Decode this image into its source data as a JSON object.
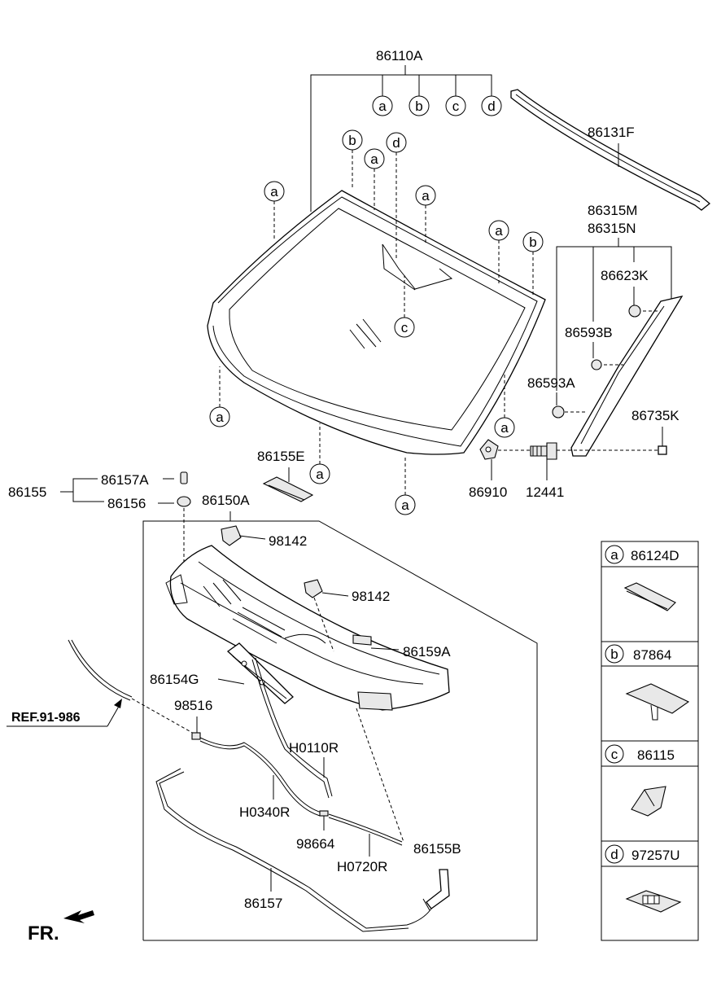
{
  "part_numbers": {
    "p86110A": "86110A",
    "p86131F": "86131F",
    "p86315M": "86315M",
    "p86315N": "86315N",
    "p86623K": "86623K",
    "p86593B": "86593B",
    "p86593A": "86593A",
    "p86735K": "86735K",
    "p86155E": "86155E",
    "p86910": "86910",
    "p12441": "12441",
    "p86155": "86155",
    "p86157A": "86157A",
    "p86156": "86156",
    "p86150A": "86150A",
    "p98142a": "98142",
    "p98142b": "98142",
    "p86159A": "86159A",
    "p86154G": "86154G",
    "p98516": "98516",
    "pH0110R": "H0110R",
    "pH0340R": "H0340R",
    "p98664": "98664",
    "pH0720R": "H0720R",
    "p86155B": "86155B",
    "p86157": "86157"
  },
  "callouts": {
    "top_a": "a",
    "top_b": "b",
    "top_c": "c",
    "top_d": "d",
    "w_b": "b",
    "w_a1": "a",
    "w_d": "d",
    "w_a2": "a",
    "w_a3": "a",
    "w_a4": "a",
    "w_b2": "b",
    "w_c": "c",
    "w_a5": "a",
    "w_a6": "a",
    "w_a7": "a",
    "w_a8": "a"
  },
  "legend": [
    {
      "letter": "a",
      "part": "86124D"
    },
    {
      "letter": "b",
      "part": "87864"
    },
    {
      "letter": "c",
      "part": "86115"
    },
    {
      "letter": "d",
      "part": "97257U"
    }
  ],
  "ref_label": "REF.91-986",
  "front_label": "FR."
}
